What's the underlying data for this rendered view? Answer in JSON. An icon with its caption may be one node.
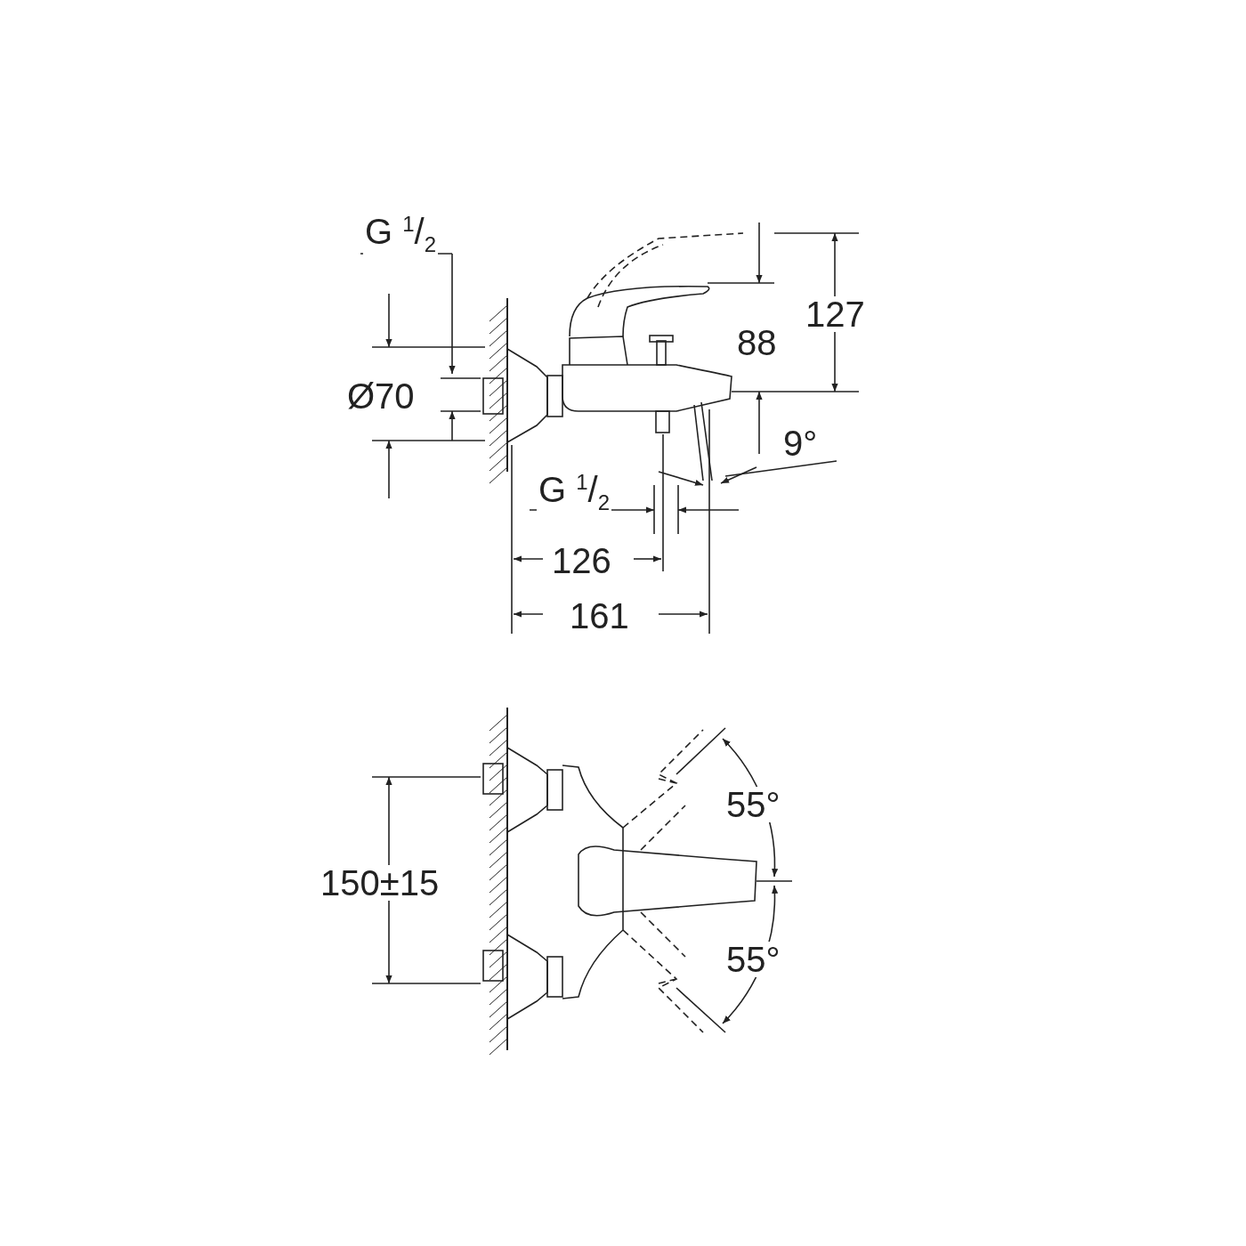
{
  "diagram": {
    "labels": [
      "G $^{1}$/$_{2}$",
      "127",
      "88",
      "Ø70",
      "9°",
      "G $^{1}$/$_{2}$",
      "126",
      "161",
      "55°",
      "150±15",
      "55°"
    ]
  }
}
